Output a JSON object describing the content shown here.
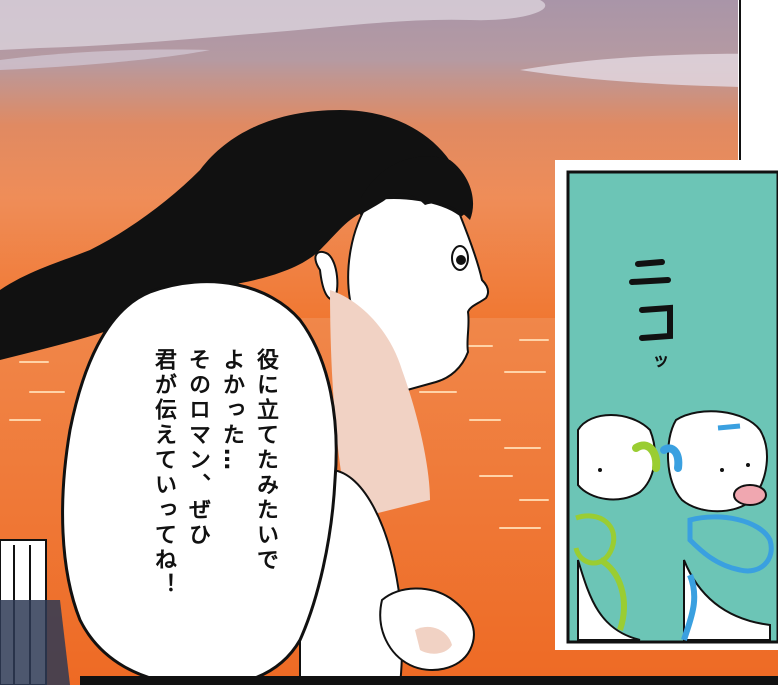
{
  "speech_bubble": {
    "lines": [
      "役に立てたみたいで",
      "よかった…",
      "そのロマン、ぜひ",
      "君が伝えていってね！"
    ]
  },
  "inset_panel": {
    "sfx": "ニコッ",
    "sfx_parts": [
      "ニ",
      "コ",
      "ッ"
    ],
    "background_color": "#6cc5b6"
  },
  "colors": {
    "sky_top": "#a995a8",
    "sky_mid": "#e88a5a",
    "sea": "#ee7a3a",
    "hair": "#111111",
    "dog_left": "#9acd32",
    "dog_right": "#3aa0e0"
  }
}
